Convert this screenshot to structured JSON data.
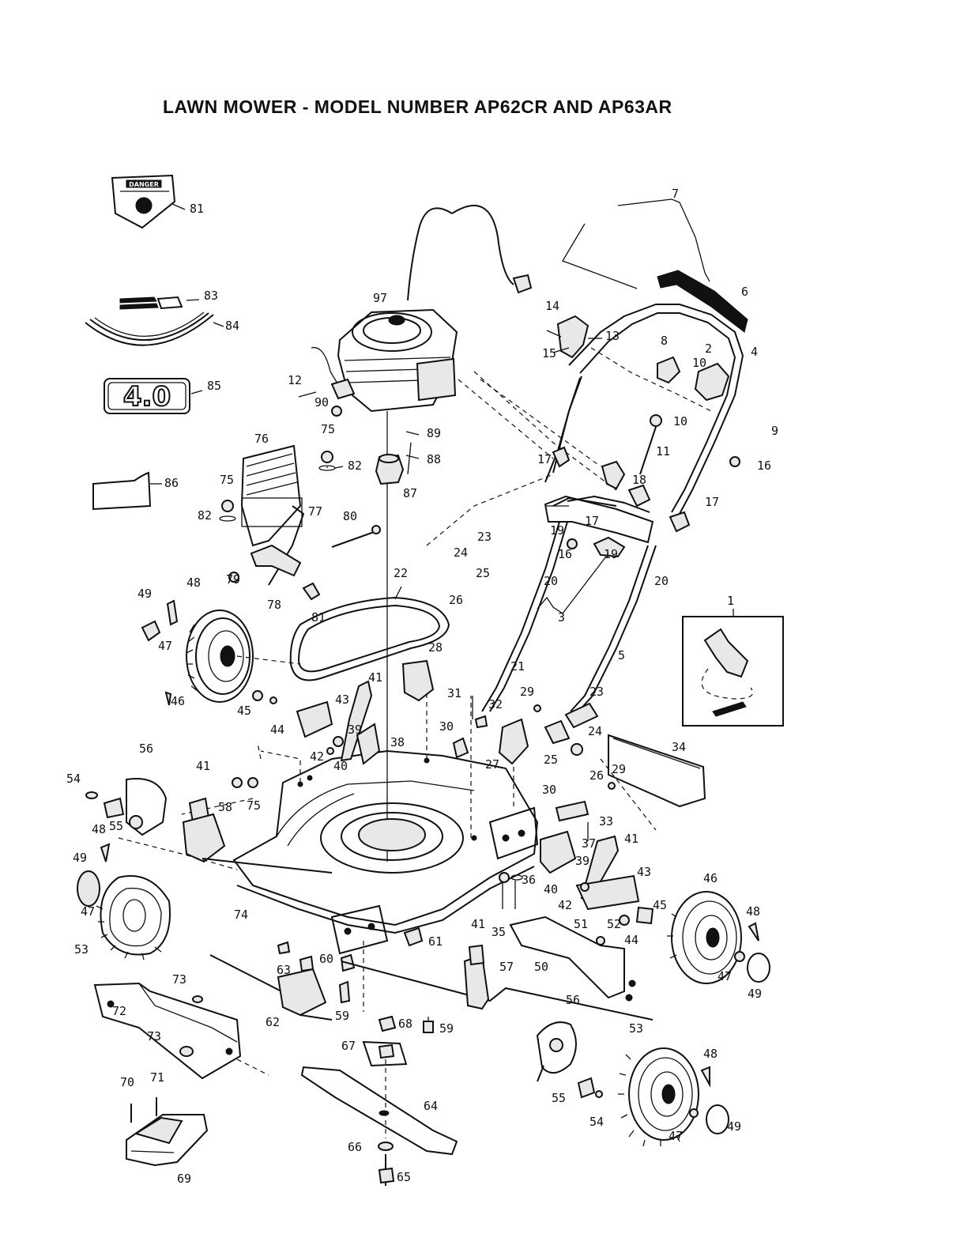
{
  "title": "LAWN MOWER - MODEL NUMBER AP62CR AND AP63AR",
  "decal_text": {
    "danger": "DANGER",
    "engine_size": "4.0"
  },
  "callouts": [
    {
      "id": "c81",
      "label": "81"
    },
    {
      "id": "c83",
      "label": "83"
    },
    {
      "id": "c84",
      "label": "84"
    },
    {
      "id": "c85",
      "label": "85"
    },
    {
      "id": "c86",
      "label": "86"
    },
    {
      "id": "c97",
      "label": "97"
    },
    {
      "id": "c7",
      "label": "7"
    },
    {
      "id": "c6",
      "label": "6"
    },
    {
      "id": "c4",
      "label": "4"
    },
    {
      "id": "c14",
      "label": "14"
    },
    {
      "id": "c13",
      "label": "13"
    },
    {
      "id": "c15",
      "label": "15"
    },
    {
      "id": "c8",
      "label": "8"
    },
    {
      "id": "c2",
      "label": "2"
    },
    {
      "id": "c10a",
      "label": "10"
    },
    {
      "id": "c10b",
      "label": "10"
    },
    {
      "id": "c9",
      "label": "9"
    },
    {
      "id": "c11",
      "label": "11"
    },
    {
      "id": "c16a",
      "label": "16"
    },
    {
      "id": "c17a",
      "label": "17"
    },
    {
      "id": "c18",
      "label": "18"
    },
    {
      "id": "c17b",
      "label": "17"
    },
    {
      "id": "c12",
      "label": "12"
    },
    {
      "id": "c90",
      "label": "90"
    },
    {
      "id": "c89",
      "label": "89"
    },
    {
      "id": "c88",
      "label": "88"
    },
    {
      "id": "c87",
      "label": "87"
    },
    {
      "id": "c76",
      "label": "76"
    },
    {
      "id": "c75a",
      "label": "75"
    },
    {
      "id": "c82a",
      "label": "82"
    },
    {
      "id": "c75b",
      "label": "75"
    },
    {
      "id": "c82b",
      "label": "82"
    },
    {
      "id": "c77",
      "label": "77"
    },
    {
      "id": "c80",
      "label": "80"
    },
    {
      "id": "c19a",
      "label": "19"
    },
    {
      "id": "c17c",
      "label": "17"
    },
    {
      "id": "c16b",
      "label": "16"
    },
    {
      "id": "c19b",
      "label": "19"
    },
    {
      "id": "c20a",
      "label": "20"
    },
    {
      "id": "c20b",
      "label": "20"
    },
    {
      "id": "c1",
      "label": "1"
    },
    {
      "id": "c23a",
      "label": "23"
    },
    {
      "id": "c24a",
      "label": "24"
    },
    {
      "id": "c25a",
      "label": "25"
    },
    {
      "id": "c26a",
      "label": "26"
    },
    {
      "id": "c22",
      "label": "22"
    },
    {
      "id": "c3",
      "label": "3"
    },
    {
      "id": "c5",
      "label": "5"
    },
    {
      "id": "c21",
      "label": "21"
    },
    {
      "id": "c49a",
      "label": "49"
    },
    {
      "id": "c48a",
      "label": "48"
    },
    {
      "id": "c79",
      "label": "79"
    },
    {
      "id": "c78",
      "label": "78"
    },
    {
      "id": "c81b",
      "label": "81"
    },
    {
      "id": "c47a",
      "label": "47"
    },
    {
      "id": "c46a",
      "label": "46"
    },
    {
      "id": "c28",
      "label": "28"
    },
    {
      "id": "c41a",
      "label": "41"
    },
    {
      "id": "c43a",
      "label": "43"
    },
    {
      "id": "c45a",
      "label": "45"
    },
    {
      "id": "c44a",
      "label": "44"
    },
    {
      "id": "c39a",
      "label": "39"
    },
    {
      "id": "c38",
      "label": "38"
    },
    {
      "id": "c42a",
      "label": "42"
    },
    {
      "id": "c40a",
      "label": "40"
    },
    {
      "id": "c31",
      "label": "31"
    },
    {
      "id": "c32",
      "label": "32"
    },
    {
      "id": "c29a",
      "label": "29"
    },
    {
      "id": "c23b",
      "label": "23"
    },
    {
      "id": "c30a",
      "label": "30"
    },
    {
      "id": "c27",
      "label": "27"
    },
    {
      "id": "c24b",
      "label": "24"
    },
    {
      "id": "c25b",
      "label": "25"
    },
    {
      "id": "c26b",
      "label": "26"
    },
    {
      "id": "c29b",
      "label": "29"
    },
    {
      "id": "c34",
      "label": "34"
    },
    {
      "id": "c30b",
      "label": "30"
    },
    {
      "id": "c33",
      "label": "33"
    },
    {
      "id": "c56a",
      "label": "56"
    },
    {
      "id": "c41b",
      "label": "41"
    },
    {
      "id": "c54a",
      "label": "54"
    },
    {
      "id": "c55a",
      "label": "55"
    },
    {
      "id": "c58",
      "label": "58"
    },
    {
      "id": "c75c",
      "label": "75"
    },
    {
      "id": "c48b",
      "label": "48"
    },
    {
      "id": "c49b",
      "label": "49"
    },
    {
      "id": "c47b",
      "label": "47"
    },
    {
      "id": "c53a",
      "label": "53"
    },
    {
      "id": "c74",
      "label": "74"
    },
    {
      "id": "c37",
      "label": "37"
    },
    {
      "id": "c41c",
      "label": "41"
    },
    {
      "id": "c39b",
      "label": "39"
    },
    {
      "id": "c43b",
      "label": "43"
    },
    {
      "id": "c36",
      "label": "36"
    },
    {
      "id": "c40b",
      "label": "40"
    },
    {
      "id": "c42b",
      "label": "42"
    },
    {
      "id": "c46b",
      "label": "46"
    },
    {
      "id": "c48c",
      "label": "48"
    },
    {
      "id": "c45b",
      "label": "45"
    },
    {
      "id": "c35",
      "label": "35"
    },
    {
      "id": "c51",
      "label": "51"
    },
    {
      "id": "c52",
      "label": "52"
    },
    {
      "id": "c44b",
      "label": "44"
    },
    {
      "id": "c47c",
      "label": "47"
    },
    {
      "id": "c49c",
      "label": "49"
    },
    {
      "id": "c61",
      "label": "61"
    },
    {
      "id": "c41d",
      "label": "41"
    },
    {
      "id": "c57",
      "label": "57"
    },
    {
      "id": "c50",
      "label": "50"
    },
    {
      "id": "c63",
      "label": "63"
    },
    {
      "id": "c60",
      "label": "60"
    },
    {
      "id": "c73a",
      "label": "73"
    },
    {
      "id": "c72",
      "label": "72"
    },
    {
      "id": "c62",
      "label": "62"
    },
    {
      "id": "c59a",
      "label": "59"
    },
    {
      "id": "c68",
      "label": "68"
    },
    {
      "id": "c59b",
      "label": "59"
    },
    {
      "id": "c56b",
      "label": "56"
    },
    {
      "id": "c53b",
      "label": "53"
    },
    {
      "id": "c73b",
      "label": "73"
    },
    {
      "id": "c67",
      "label": "67"
    },
    {
      "id": "c48d",
      "label": "48"
    },
    {
      "id": "c70",
      "label": "70"
    },
    {
      "id": "c71",
      "label": "71"
    },
    {
      "id": "c55b",
      "label": "55"
    },
    {
      "id": "c54b",
      "label": "54"
    },
    {
      "id": "c64",
      "label": "64"
    },
    {
      "id": "c47d",
      "label": "47"
    },
    {
      "id": "c49d",
      "label": "49"
    },
    {
      "id": "c66",
      "label": "66"
    },
    {
      "id": "c69",
      "label": "69"
    },
    {
      "id": "c65",
      "label": "65"
    }
  ]
}
